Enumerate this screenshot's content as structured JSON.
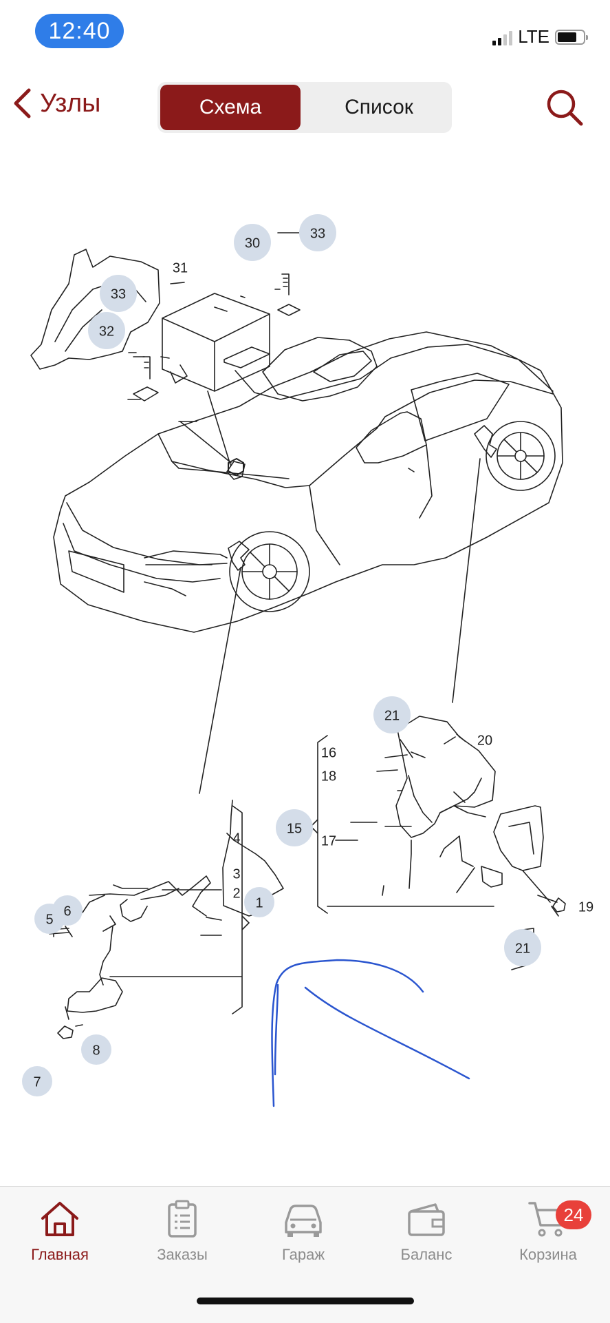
{
  "status_bar": {
    "time": "12:40",
    "network": "LTE"
  },
  "nav": {
    "back_label": "Узлы",
    "segments": [
      "Схема",
      "Список"
    ],
    "active_segment": 0,
    "accent_color": "#8b1a1a"
  },
  "diagram": {
    "labels": [
      "31",
      "30",
      "33",
      "33",
      "32",
      "21",
      "20",
      "16",
      "18",
      "15",
      "17",
      "19",
      "21",
      "4",
      "3",
      "2",
      "1",
      "5",
      "6",
      "8",
      "7"
    ]
  },
  "tabbar": {
    "tabs": [
      {
        "label": "Главная",
        "icon": "home-icon"
      },
      {
        "label": "Заказы",
        "icon": "clipboard-icon"
      },
      {
        "label": "Гараж",
        "icon": "car-icon"
      },
      {
        "label": "Баланс",
        "icon": "wallet-icon"
      },
      {
        "label": "Корзина",
        "icon": "cart-icon"
      }
    ],
    "active_tab": 0,
    "cart_badge": "24"
  }
}
